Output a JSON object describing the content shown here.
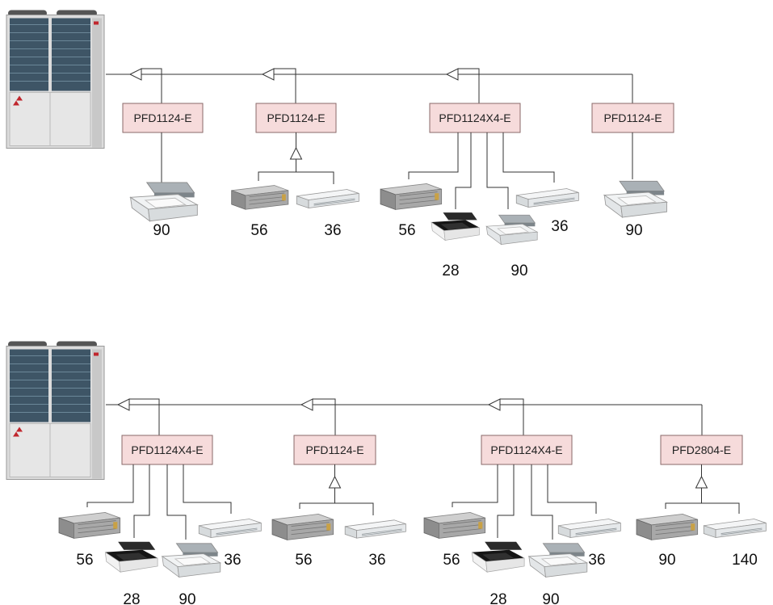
{
  "colors": {
    "controller_fill": "#f6dbdb",
    "controller_stroke": "#8a6a6a",
    "pipe": "#333333",
    "text": "#111111"
  },
  "systems": [
    {
      "controllers": [
        {
          "label": "PFD1124-E",
          "units": [
            "cassette"
          ],
          "caps": [
            "90"
          ]
        },
        {
          "label": "PFD1124-E",
          "units": [
            "ducted",
            "ceiling"
          ],
          "caps": [
            "56",
            "36"
          ]
        },
        {
          "label": "PFD1124X4-E",
          "units": [
            "ducted",
            "black_cassette",
            "cassette",
            "ceiling"
          ],
          "caps": [
            "56",
            "28",
            "90",
            "36"
          ]
        },
        {
          "label": "PFD1124-E",
          "units": [
            "cassette"
          ],
          "caps": [
            "90"
          ]
        }
      ]
    },
    {
      "controllers": [
        {
          "label": "PFD1124X4-E",
          "units": [
            "ducted",
            "black_cassette",
            "cassette",
            "ceiling"
          ],
          "caps": [
            "56",
            "28",
            "90",
            "36"
          ]
        },
        {
          "label": "PFD1124-E",
          "units": [
            "ducted",
            "ceiling"
          ],
          "caps": [
            "56",
            "36"
          ]
        },
        {
          "label": "PFD1124X4-E",
          "units": [
            "ducted",
            "black_cassette",
            "cassette",
            "ceiling"
          ],
          "caps": [
            "56",
            "28",
            "90",
            "36"
          ]
        },
        {
          "label": "PFD2804-E",
          "units": [
            "ducted",
            "ceiling"
          ],
          "caps": [
            "90",
            "140"
          ]
        }
      ]
    }
  ]
}
